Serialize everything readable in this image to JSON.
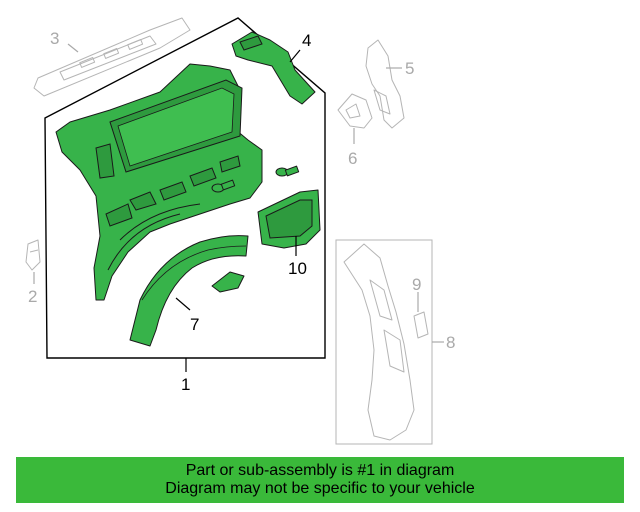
{
  "callouts": {
    "c1": "1",
    "c2": "2",
    "c3": "3",
    "c4": "4",
    "c5": "5",
    "c6": "6",
    "c7": "7",
    "c8": "8",
    "c9": "9",
    "c10": "10"
  },
  "banner": {
    "line1": "Part or sub-assembly is #1 in diagram",
    "line2": "Diagram may not be specific to your vehicle"
  },
  "colors": {
    "highlight": "#37b34a",
    "banner": "#3ab93a",
    "ghost": "#b5b5b5"
  }
}
